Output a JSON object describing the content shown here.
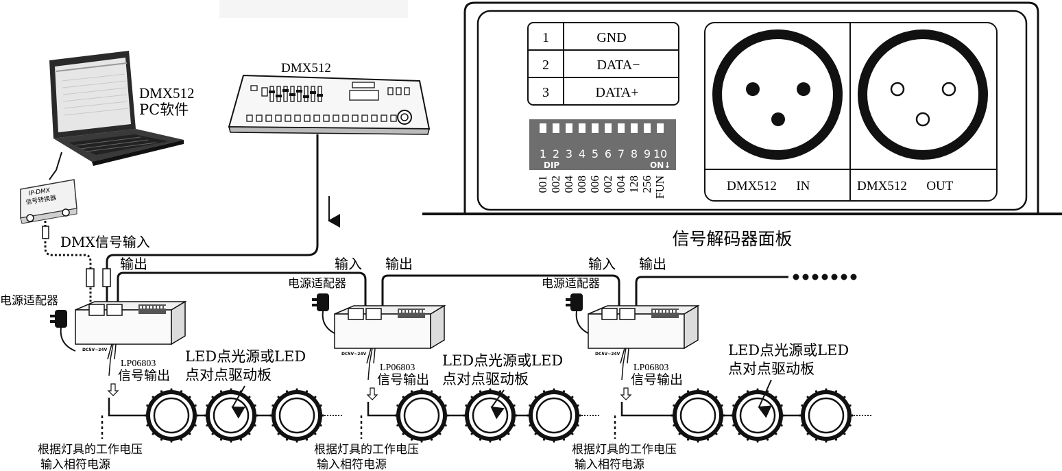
{
  "panel": {
    "title": "信号解码器面板",
    "pin_table": [
      {
        "num": "1",
        "name": "GND"
      },
      {
        "num": "2",
        "name": "DATA−"
      },
      {
        "num": "3",
        "name": "DATA+"
      }
    ],
    "dip": {
      "numbers": [
        "1",
        "2",
        "3",
        "4",
        "5",
        "6",
        "7",
        "8",
        "9",
        "10"
      ],
      "label_dip": "DIP",
      "label_on": "ON↓",
      "values": [
        "001",
        "002",
        "004",
        "008",
        "006",
        "002",
        "004",
        "128",
        "256",
        "FUN"
      ]
    },
    "connector_in_label": "DMX512      IN",
    "connector_out_label": "DMX512      OUT"
  },
  "sources": {
    "pc_label_1": "DMX512",
    "pc_label_2": "PC软件",
    "converter_label_1": "IP-DMX",
    "converter_label_2": "信号转换器",
    "console_label": "DMX512",
    "dmx_input_label": "DMX信号输入"
  },
  "units": [
    {
      "in_label": "",
      "out_label": "输出",
      "adapter_label": "电源适配器",
      "model_label": "LP06803",
      "signal_out_label": "信号输出",
      "driver_label_1": "LED点光源或LED",
      "driver_label_2": "点对点驱动板",
      "power_note_1": "根据灯具的工作电压",
      "power_note_2": "输入相符电源",
      "dc_label": "DC5V~24V"
    },
    {
      "in_label": "输入",
      "out_label": "输出",
      "adapter_label": "电源适配器",
      "model_label": "LP06803",
      "signal_out_label": "信号输出",
      "driver_label_1": "LED点光源或LED",
      "driver_label_2": "点对点驱动板",
      "power_note_1": "根据灯具的工作电压",
      "power_note_2": "输入相符电源",
      "dc_label": "DC5V~24V"
    },
    {
      "in_label": "输入",
      "out_label": "输出",
      "adapter_label": "电源适配器",
      "model_label": "LP06803",
      "signal_out_label": "信号输出",
      "driver_label_1": "LED点光源或LED",
      "driver_label_2": "点对点驱动板",
      "power_note_1": "根据灯具的工作电压",
      "power_note_2": "输入相符电源",
      "dc_label": "DC5V~24V"
    }
  ]
}
